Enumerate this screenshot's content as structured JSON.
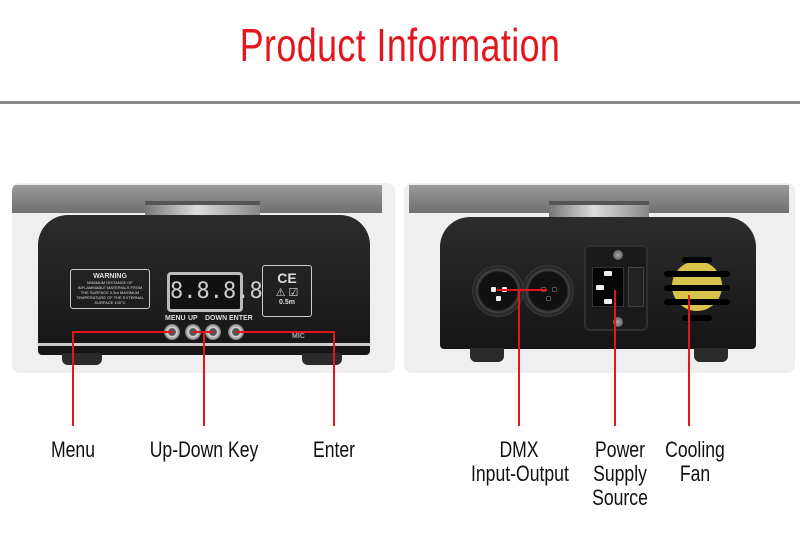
{
  "title": "Product Information",
  "left_panel": {
    "warning_title": "WARNING",
    "warning_text": "MINIMUM DISTANCE OF INFLAMMABLE MATERIALS FROM THE SURFACE 0.5m MAXIMUM TEMPERATURE OF THE EXTERNAL SURFACE 100°C",
    "display": "8.8.8.8",
    "buttons": [
      "MENU",
      "UP",
      "DOWN",
      "ENTER"
    ],
    "cert_marks": [
      "CE",
      "0.5m"
    ],
    "mic_label": "MIC",
    "callouts": [
      "Menu",
      "Up-Down Key",
      "Enter"
    ]
  },
  "right_panel": {
    "callouts": [
      {
        "lines": [
          "DMX",
          "Input-Output"
        ]
      },
      {
        "lines": [
          "Power",
          "Supply",
          "Source"
        ]
      },
      {
        "lines": [
          "Cooling",
          "Fan"
        ]
      }
    ]
  },
  "colors": {
    "accent": "#e3161d",
    "rule": "#8a8a8a"
  }
}
